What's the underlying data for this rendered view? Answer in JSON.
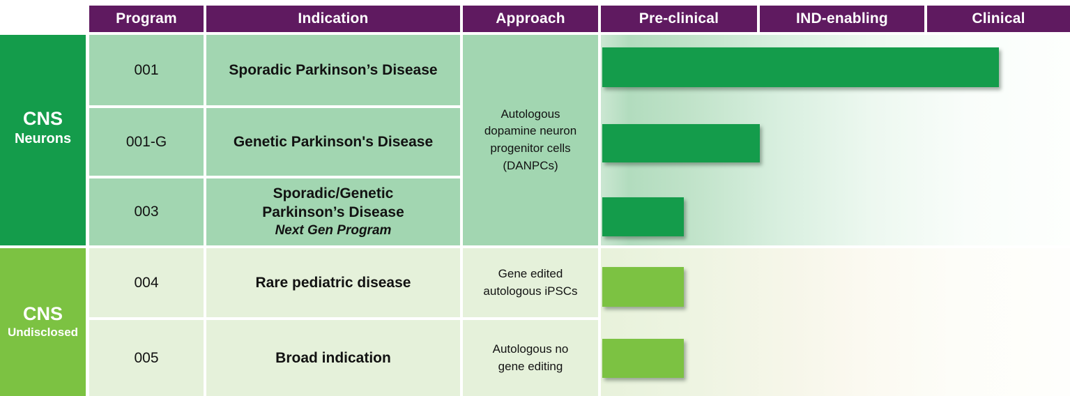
{
  "header": {
    "columns": {
      "program": "Program",
      "indication": "Indication",
      "approach": "Approach",
      "preclinical": "Pre-clinical",
      "ind_enabling": "IND-enabling",
      "clinical": "Clinical"
    }
  },
  "sidebar": {
    "groups": [
      {
        "title": "CNS",
        "subtitle": "Neurons"
      },
      {
        "title": "CNS",
        "subtitle": "Undisclosed"
      }
    ]
  },
  "rows": [
    {
      "program": "001",
      "indication": "Sporadic Parkinson’s Disease",
      "approach": "Autologous\ndopamine neuron\nprogenitor cells\n(DANPCs)"
    },
    {
      "program": "001-G",
      "indication": "Genetic Parkinson's Disease"
    },
    {
      "program": "003",
      "indication": "Sporadic/Genetic\nParkinson’s Disease",
      "note": "Next Gen Program"
    },
    {
      "program": "004",
      "indication": "Rare pediatric disease",
      "approach": "Gene edited\nautologous iPSCs"
    },
    {
      "program": "005",
      "indication": "Broad indication",
      "approach": "Autologous no\ngene editing"
    }
  ],
  "colors": {
    "header_purple": "#5F1A60",
    "group_dark_green": "#149C4B",
    "group_light_green": "#7CC242",
    "cell_green": "#A2D6B1",
    "cell_pale_green": "#E5F1DA",
    "bar_dark_green": "#149C4B",
    "bar_light_green": "#7CC242"
  },
  "chart_data": {
    "type": "bar",
    "title": "Program pipeline progress across development stages",
    "stages": [
      "Pre-clinical",
      "IND-enabling",
      "Clinical"
    ],
    "categories": [
      "001",
      "001-G",
      "003",
      "004",
      "005"
    ],
    "values_stage_units": [
      2.5,
      1.0,
      0.53,
      0.53,
      0.53
    ],
    "progress_frac": [
      0.846,
      0.336,
      0.174,
      0.174,
      0.174
    ],
    "bar_colors": [
      "#149C4B",
      "#149C4B",
      "#149C4B",
      "#7CC242",
      "#7CC242"
    ],
    "legend_position": "none",
    "grid": false
  }
}
